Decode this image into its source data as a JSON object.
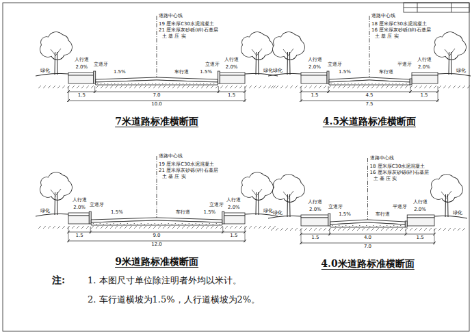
{
  "diagram": {
    "labels": [
      "道路中心线",
      "19 厘米厚C30水泥混凝土",
      "21 厘米厚灰砂砾(碎)石基层",
      "土 基 压 实",
      "绿化",
      "人行道",
      "2.0%",
      "立道牙",
      "1.5%",
      "车行道",
      "1.5%",
      "立道牙",
      "人行道",
      "2.0%",
      "绿化",
      "1.5",
      "7.0",
      "1.5",
      "10.0",
      "7米道路标准横断面",
      "道路中心线",
      "18 厘米厚C30水泥混凝土",
      "16 厘米厚灰砂砾(碎)石基层",
      "土 基 压 实",
      "绿化",
      "人行道",
      "2.0%",
      "立道牙",
      "1.5%",
      "车行道",
      "平道牙",
      "人行道",
      "2.0%",
      "绿化",
      "1.5",
      "4.5",
      "1.5",
      "7.5",
      "4.5米道路标准横断面",
      "道路中心线",
      "19 厘米厚C30水泥混凝土",
      "21 厘米厚灰砂砾(碎)石基层",
      "土 基 压 实",
      "绿化",
      "人行道",
      "2.0%",
      "立道牙",
      "1.5%",
      "车行道",
      "1.5%",
      "立道牙",
      "人行道",
      "2.0%",
      "绿化",
      "1.5",
      "9.0",
      "1.5",
      "12.0",
      "9米道路标准横断面",
      "道路中心线",
      "18 厘米厚C30水泥混凝土",
      "16 厘米厚灰砂砾(碎)石基层",
      "土 基 压 实",
      "绿化",
      "人行道",
      "2.0%",
      "立道牙",
      "1.5%",
      "车行道",
      "平道牙",
      "人行道",
      "2.0%",
      "绿化",
      "1.5",
      "4.0",
      "1.5",
      "7.0",
      "4.0米道路标准横断面",
      "注:",
      "1. 本图尺寸单位除注明者外均以米计。",
      "2. 车行道横坡为1.5%，人行道横坡为2%。"
    ]
  }
}
